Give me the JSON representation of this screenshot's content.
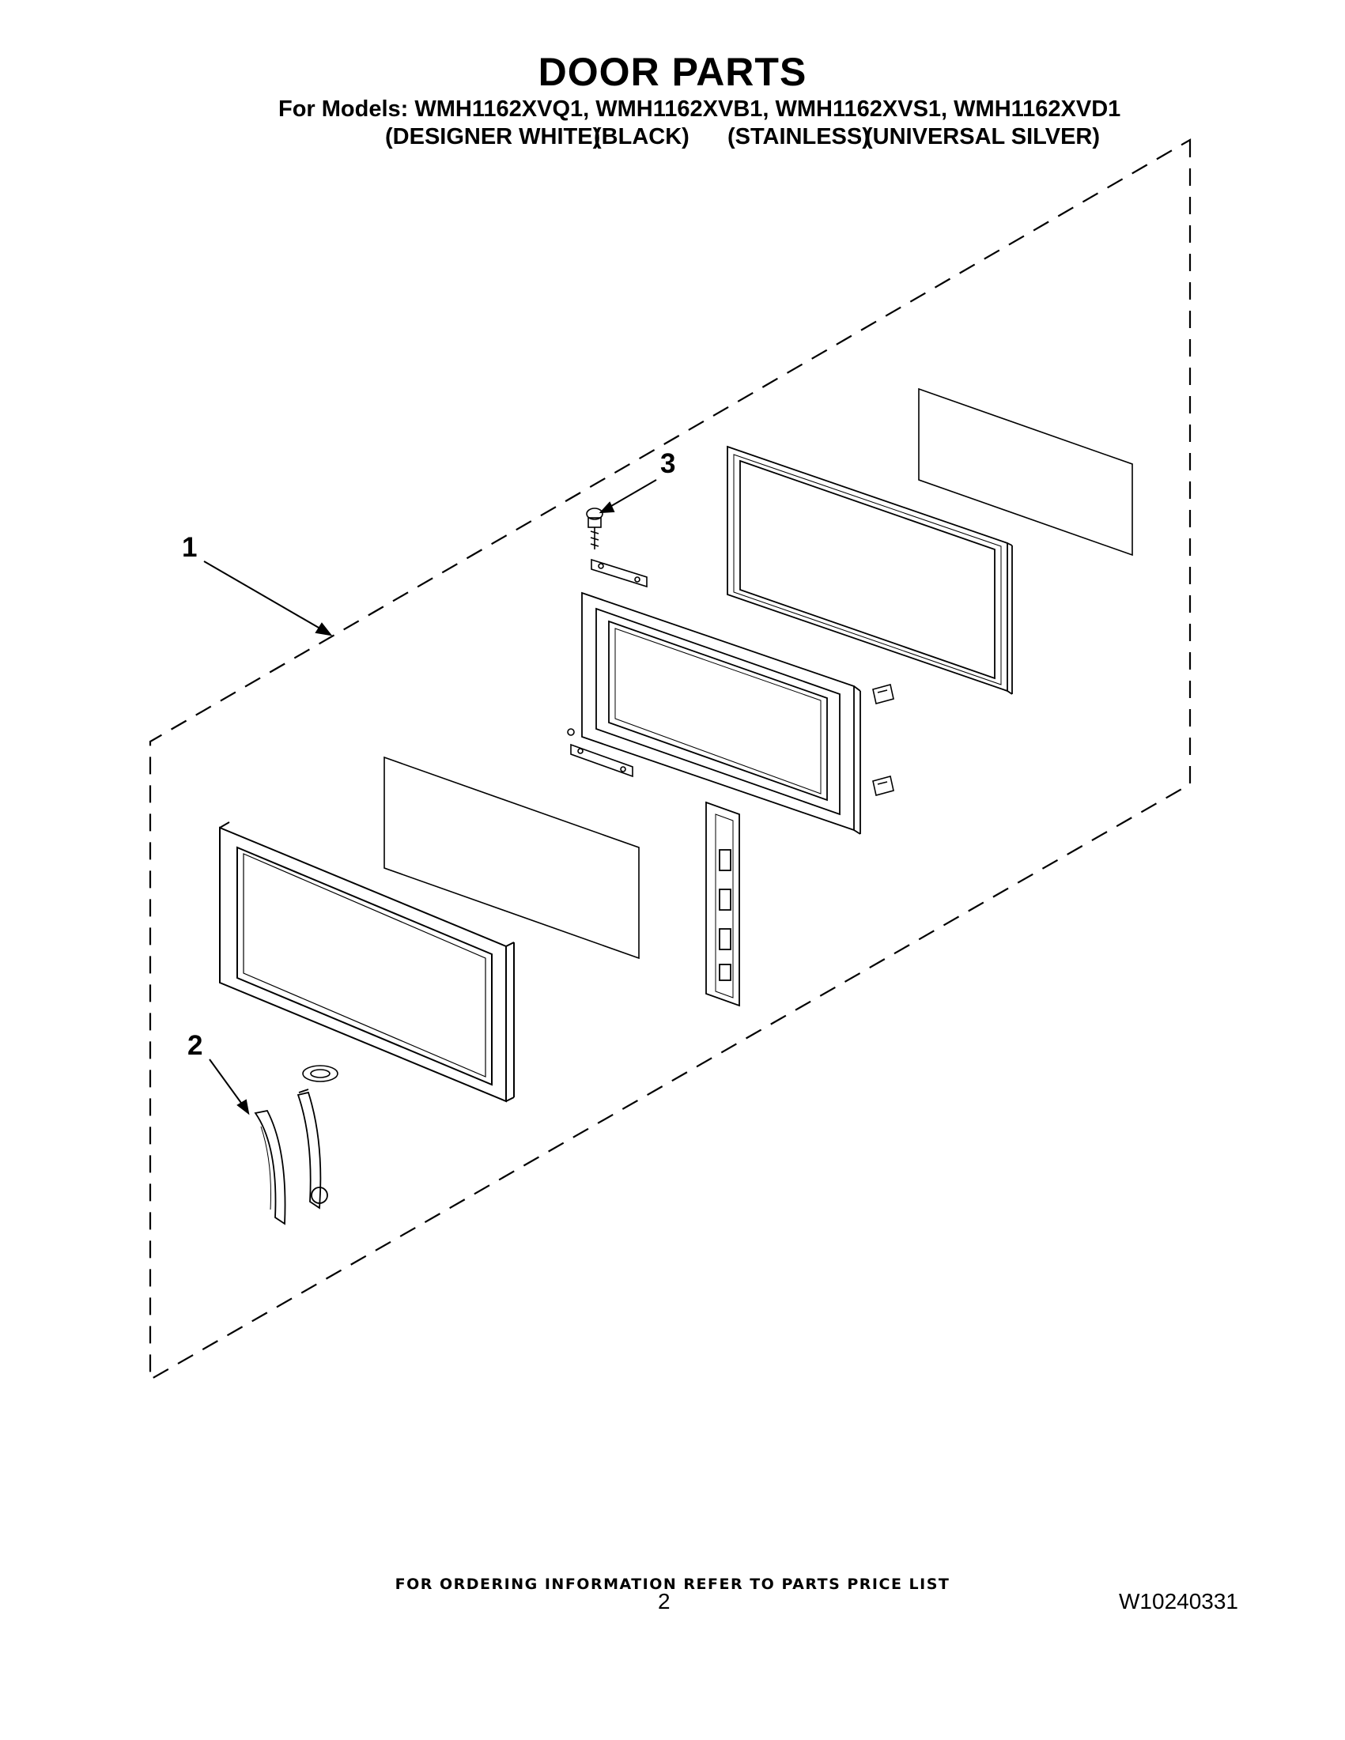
{
  "header": {
    "title": "DOOR PARTS",
    "models_line": "For Models: WMH1162XVQ1, WMH1162XVB1, WMH1162XVS1, WMH1162XVD1",
    "finishes": [
      "(DESIGNER WHITE)",
      "(BLACK)",
      "(STAINLESS)",
      "(UNIVERSAL SILVER)"
    ]
  },
  "callouts": [
    "1",
    "2",
    "3"
  ],
  "footer": {
    "note": "FOR ORDERING INFORMATION REFER TO PARTS PRICE LIST",
    "page_number": "2",
    "document_number": "W10240331"
  }
}
